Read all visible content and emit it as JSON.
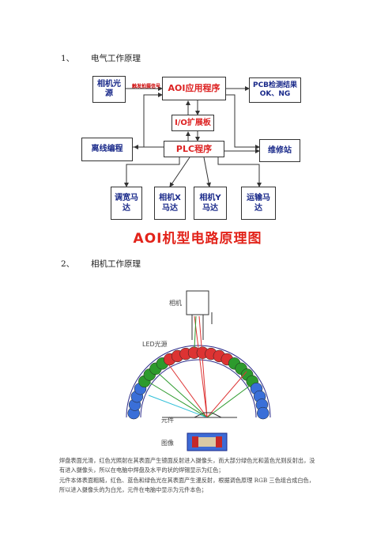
{
  "sections": [
    {
      "number": "1、",
      "title": "电气工作原理"
    },
    {
      "number": "2、",
      "title": "相机工作原理"
    }
  ],
  "circuit_diagram": {
    "title": "AOI机型电路原理图",
    "arrow_label": "触发拍摄信号",
    "boxes": {
      "camera_light": "相机光源",
      "aoi_program": "AOI应用程序",
      "pcb_result": "PCB检测结果 OK、NG",
      "io_board": "I/O扩展板",
      "offline": "离线编程",
      "plc": "PLC程序",
      "repair": "维修站",
      "motor_width": "调宽马达",
      "motor_x": "相机X马达",
      "motor_y": "相机Y马达",
      "motor_transport": "运输马达"
    }
  },
  "camera_diagram": {
    "camera_label": "相机",
    "led_label": "LED光源",
    "component_label": "元件",
    "image_label": "图像"
  },
  "paragraphs": [
    "焊盘表面光滑，红色光照射在其表面产生镜面反射进入摄像头，而大部分绿色光和蓝色光则反射出，没有进入摄像头，所以在电脑中焊盘及水平的状的焊锡显示为红色；",
    "元件本体表面粗糙，红色、蓝色和绿色光在其表面产生漫反射，根据调色原理 RGB 三色组合成白色，所以进入摄像头的为白光，元件在电脑中显示为元件本色；"
  ]
}
